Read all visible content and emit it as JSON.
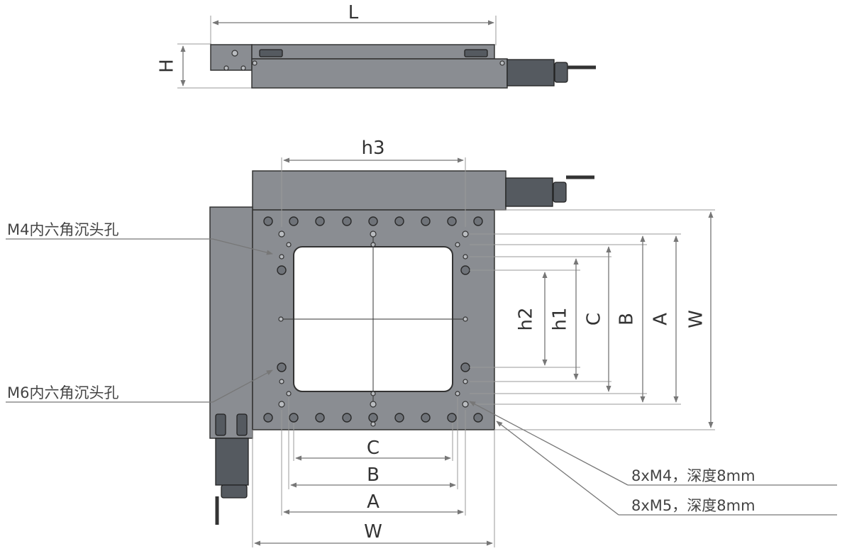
{
  "top_view": {
    "dim_length": "L",
    "dim_height": "H"
  },
  "main_view": {
    "dim_h3": "h3",
    "dim_h2": "h2",
    "dim_h1": "h1",
    "dim_c_right": "C",
    "dim_b_right": "B",
    "dim_a_right": "A",
    "dim_w_right": "W",
    "dim_c_bottom": "C",
    "dim_b_bottom": "B",
    "dim_a_bottom": "A",
    "dim_w_bottom": "W"
  },
  "callouts": {
    "m4_counterbore": "M4内六角沉头孔",
    "m6_counterbore": "M6内六角沉头孔",
    "m4_thread": "8xM4，深度8mm",
    "m5_thread": "8xM5，深度8mm"
  },
  "colors": {
    "body": "#8a8d92",
    "motor": "#555a60",
    "line": "#777777"
  }
}
